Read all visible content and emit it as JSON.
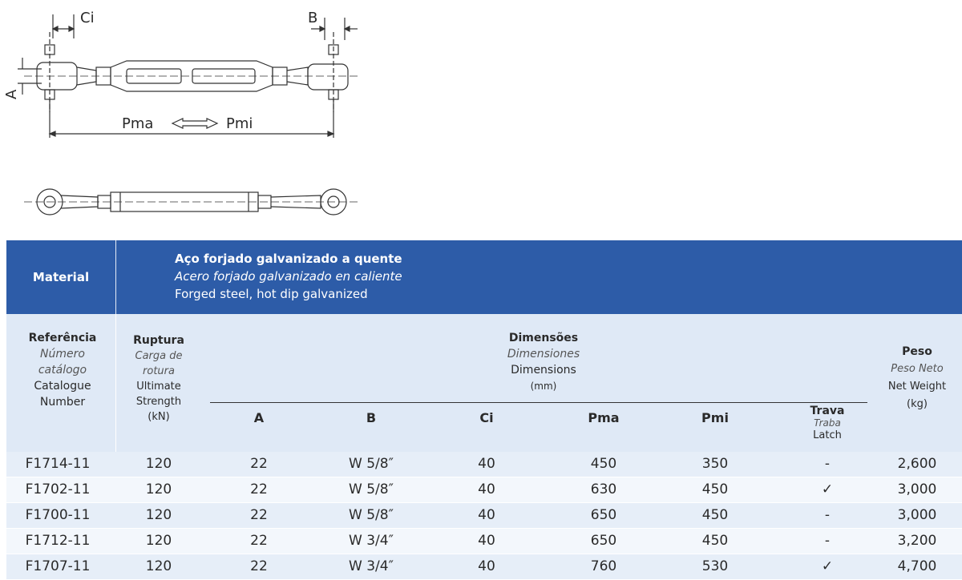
{
  "drawing": {
    "labels": {
      "ci": "Ci",
      "b": "B",
      "a": "A",
      "pma": "Pma",
      "pmi": "Pmi"
    }
  },
  "material": {
    "label": "Material",
    "desc_pt": "Aço forjado galvanizado a quente",
    "desc_es": "Acero forjado galvanizado en caliente",
    "desc_en": "Forged steel, hot dip galvanized"
  },
  "headers": {
    "ref": {
      "pt": "Referência",
      "es1": "Número",
      "es2": "catálogo",
      "en1": "Catalogue",
      "en2": "Number"
    },
    "rupture": {
      "pt": "Ruptura",
      "es1": "Carga de",
      "es2": "rotura",
      "en1": "Ultimate",
      "en2": "Strength",
      "unit": "(kN)"
    },
    "dimensions": {
      "pt": "Dimensões",
      "es": "Dimensiones",
      "en": "Dimensions",
      "unit": "(mm)"
    },
    "weight": {
      "pt": "Peso",
      "es": "Peso Neto",
      "en": "Net Weight",
      "unit": "(kg)"
    },
    "sub": {
      "a": "A",
      "b": "B",
      "ci": "Ci",
      "pma": "Pma",
      "pmi": "Pmi",
      "latch_pt": "Trava",
      "latch_es": "Traba",
      "latch_en": "Latch"
    }
  },
  "rows": [
    {
      "ref": "F1714-11",
      "rupture": "120",
      "a": "22",
      "b": "W 5/8″",
      "ci": "40",
      "pma": "450",
      "pmi": "350",
      "latch": "-",
      "weight": "2,600"
    },
    {
      "ref": "F1702-11",
      "rupture": "120",
      "a": "22",
      "b": "W 5/8″",
      "ci": "40",
      "pma": "630",
      "pmi": "450",
      "latch": "✓",
      "weight": "3,000"
    },
    {
      "ref": "F1700-11",
      "rupture": "120",
      "a": "22",
      "b": "W 5/8″",
      "ci": "40",
      "pma": "650",
      "pmi": "450",
      "latch": "-",
      "weight": "3,000"
    },
    {
      "ref": "F1712-11",
      "rupture": "120",
      "a": "22",
      "b": "W 3/4″",
      "ci": "40",
      "pma": "650",
      "pmi": "450",
      "latch": "-",
      "weight": "3,200"
    },
    {
      "ref": "F1707-11",
      "rupture": "120",
      "a": "22",
      "b": "W 3/4″",
      "ci": "40",
      "pma": "760",
      "pmi": "530",
      "latch": "✓",
      "weight": "4,700"
    }
  ]
}
